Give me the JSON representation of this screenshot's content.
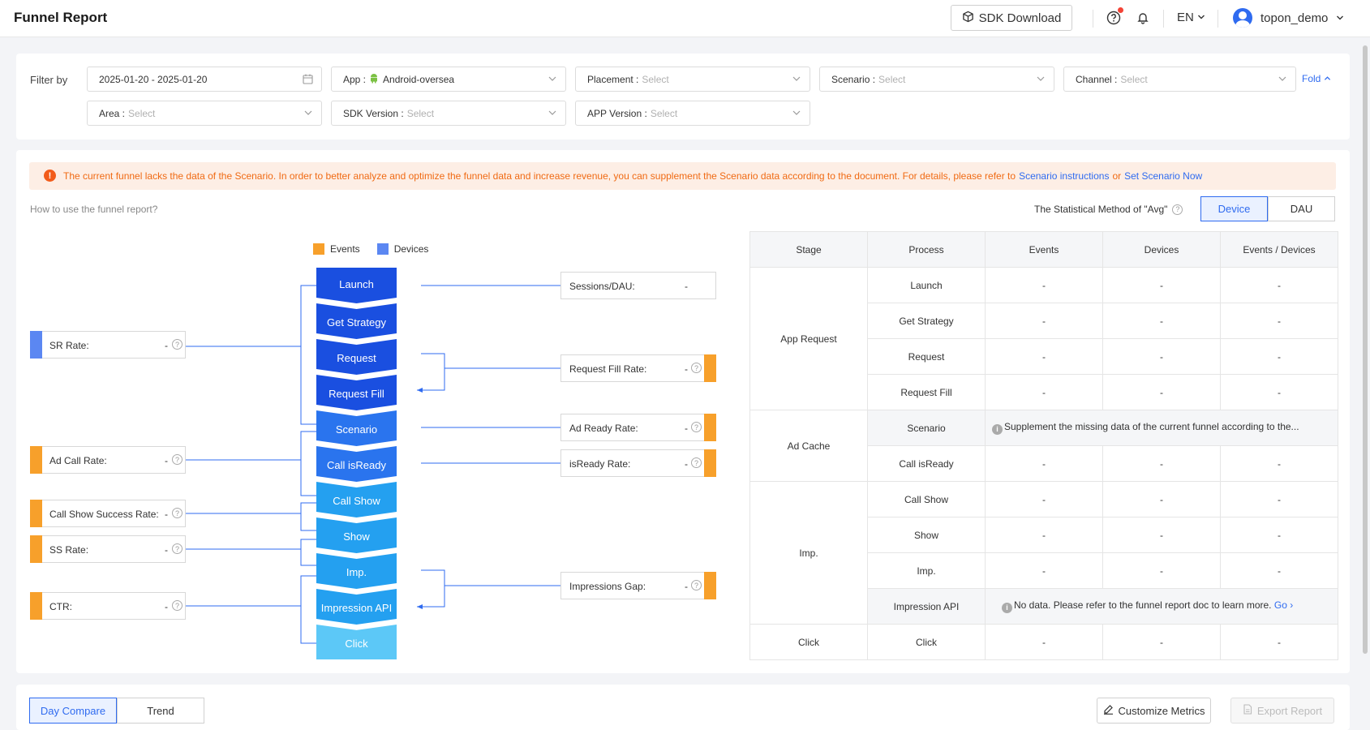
{
  "header": {
    "title": "Funnel Report",
    "sdk_download": "SDK Download",
    "lang": "EN",
    "user": "topon_demo"
  },
  "filters": {
    "label": "Filter by",
    "date_range": "2025-01-20 - 2025-01-20",
    "app_key": "App :",
    "app_value": "Android-oversea",
    "placement_key": "Placement :",
    "scenario_key": "Scenario :",
    "channel_key": "Channel :",
    "area_key": "Area :",
    "sdk_version_key": "SDK Version :",
    "app_version_key": "APP Version :",
    "placeholder": "Select",
    "fold": "Fold"
  },
  "alert": {
    "text": "The current funnel lacks the data of the Scenario. In order to better analyze and optimize the funnel data and increase revenue, you can supplement the Scenario data according to the document. For details, please refer to",
    "link1": "Scenario instructions",
    "or": "or",
    "link2": "Set Scenario Now"
  },
  "howto": "How to use the funnel report?",
  "stat_method": {
    "label": "The Statistical Method of \"Avg\"",
    "options": [
      "Device",
      "DAU"
    ],
    "selected": "Device"
  },
  "legend": {
    "events": "Events",
    "devices": "Devices",
    "events_color": "#f7a02b",
    "devices_color": "#5b87f2"
  },
  "funnel_stages": [
    {
      "label": "Launch",
      "color": "#1a4fe0"
    },
    {
      "label": "Get Strategy",
      "color": "#1a4fe0"
    },
    {
      "label": "Request",
      "color": "#1a4fe0"
    },
    {
      "label": "Request Fill",
      "color": "#1a4fe0"
    },
    {
      "label": "Scenario",
      "color": "#2a74ee"
    },
    {
      "label": "Call isReady",
      "color": "#2a74ee"
    },
    {
      "label": "Call Show",
      "color": "#24a0f0"
    },
    {
      "label": "Show",
      "color": "#24a0f0"
    },
    {
      "label": "Imp.",
      "color": "#24a0f0"
    },
    {
      "label": "Impression API",
      "color": "#24a0f0"
    },
    {
      "label": "Click",
      "color": "#5cc8f7"
    }
  ],
  "left_metrics": [
    {
      "label": "SR Rate:",
      "value": "-",
      "bar": "#5b87f2"
    },
    {
      "label": "Ad Call Rate:",
      "value": "-",
      "bar": "#f7a02b"
    },
    {
      "label": "Call Show Success Rate:",
      "value": "-",
      "bar": "#f7a02b"
    },
    {
      "label": "SS Rate:",
      "value": "-",
      "bar": "#f7a02b"
    },
    {
      "label": "CTR:",
      "value": "-",
      "bar": "#f7a02b"
    }
  ],
  "right_metrics": [
    {
      "label": "Sessions/DAU:",
      "value": "-"
    },
    {
      "label": "Request Fill Rate:",
      "value": "-",
      "bar": "#f7a02b"
    },
    {
      "label": "Ad Ready Rate:",
      "value": "-",
      "bar": "#f7a02b"
    },
    {
      "label": "isReady Rate:",
      "value": "-",
      "bar": "#f7a02b"
    },
    {
      "label": "Impressions Gap:",
      "value": "-",
      "bar": "#f7a02b"
    }
  ],
  "table": {
    "headers": [
      "Stage",
      "Process",
      "Events",
      "Devices",
      "Events / Devices"
    ],
    "groups": {
      "app_request": "App Request",
      "ad_cache": "Ad Cache",
      "imp": "Imp.",
      "click": "Click"
    },
    "rows": [
      {
        "process": "Launch",
        "events": "-",
        "devices": "-",
        "ratio": "-"
      },
      {
        "process": "Get Strategy",
        "events": "-",
        "devices": "-",
        "ratio": "-"
      },
      {
        "process": "Request",
        "events": "-",
        "devices": "-",
        "ratio": "-"
      },
      {
        "process": "Request Fill",
        "events": "-",
        "devices": "-",
        "ratio": "-"
      },
      {
        "process": "Scenario",
        "note": "Supplement the missing data of the current funnel according to the..."
      },
      {
        "process": "Call isReady",
        "events": "-",
        "devices": "-",
        "ratio": "-"
      },
      {
        "process": "Call Show",
        "events": "-",
        "devices": "-",
        "ratio": "-"
      },
      {
        "process": "Show",
        "events": "-",
        "devices": "-",
        "ratio": "-"
      },
      {
        "process": "Imp.",
        "events": "-",
        "devices": "-",
        "ratio": "-"
      },
      {
        "process": "Impression API",
        "note": "No data. Please refer to the funnel report doc to learn more.",
        "link": "Go"
      },
      {
        "process": "Click",
        "events": "-",
        "devices": "-",
        "ratio": "-"
      }
    ]
  },
  "bottom": {
    "tabs": [
      "Day Compare",
      "Trend"
    ],
    "customize": "Customize Metrics",
    "export": "Export Report"
  }
}
